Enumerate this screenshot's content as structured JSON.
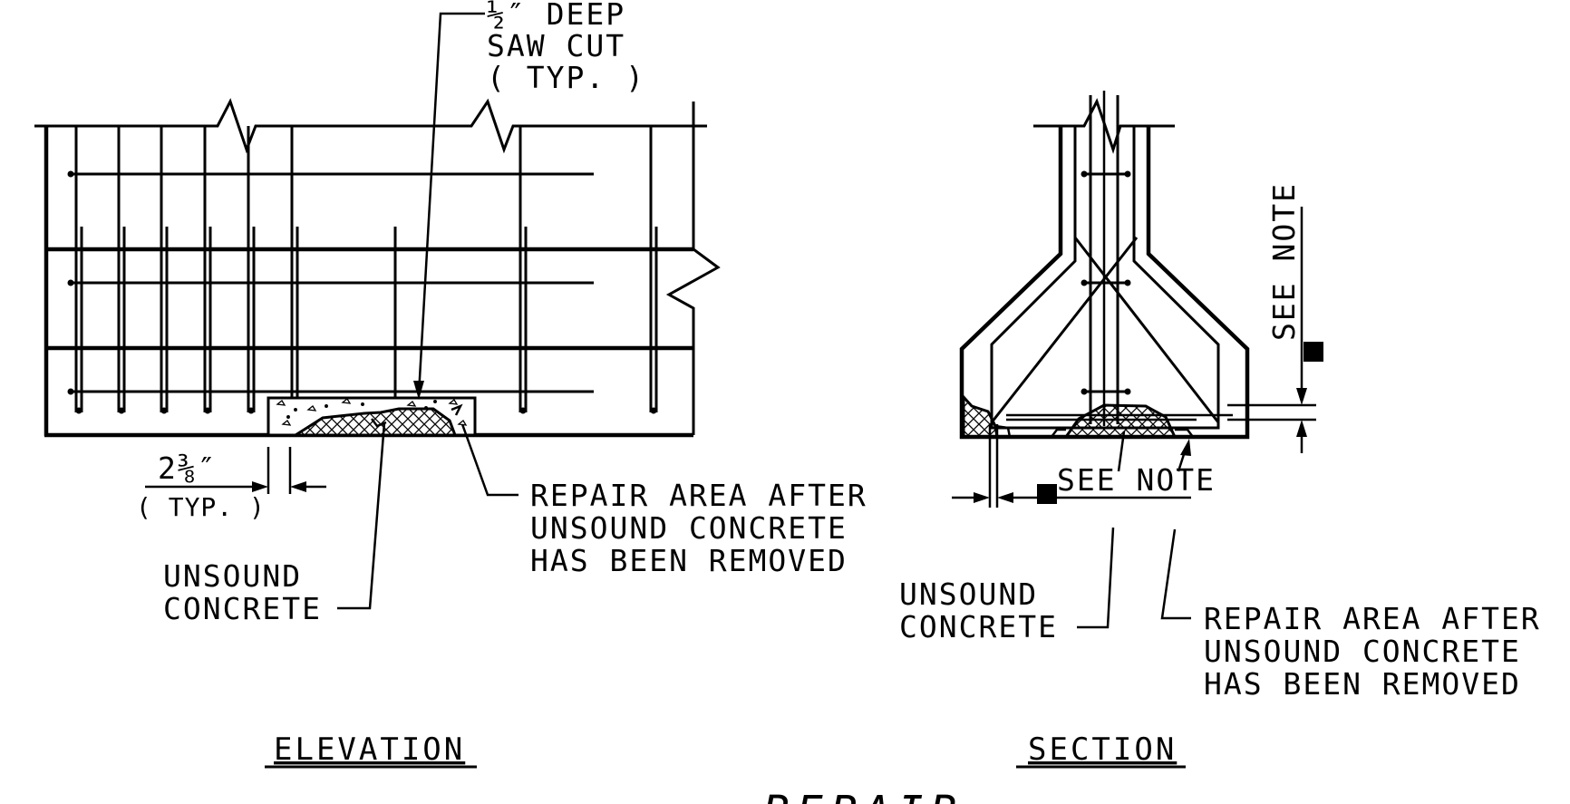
{
  "elevation": {
    "title": "ELEVATION",
    "saw_cut_note": [
      "½″ DEEP",
      "SAW CUT",
      "( TYP. )"
    ],
    "dimension_value": "2⅜″",
    "dimension_typ": "( TYP. )",
    "unsound_label": [
      "UNSOUND",
      "CONCRETE"
    ],
    "repair_label": [
      "REPAIR AREA AFTER",
      "UNSOUND CONCRETE",
      "HAS BEEN REMOVED"
    ]
  },
  "section": {
    "title": "SECTION",
    "see_note_vertical": "SEE NOTE",
    "see_note_horizontal": "SEE NOTE",
    "unsound_label": [
      "UNSOUND",
      "CONCRETE"
    ],
    "repair_label": [
      "REPAIR AREA AFTER",
      "UNSOUND CONCRETE",
      "HAS BEEN REMOVED"
    ]
  },
  "footer": {
    "main_title": "REPAIR"
  },
  "colors": {
    "ink": "#000000",
    "paper": "#ffffff"
  }
}
